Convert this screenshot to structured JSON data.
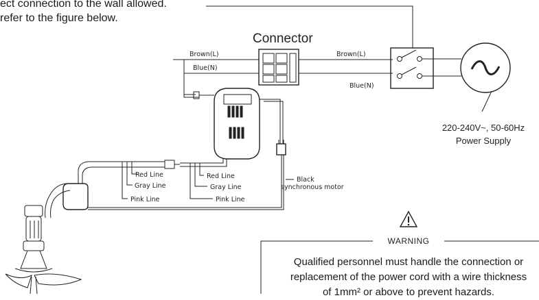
{
  "header": {
    "line1": "ect connection to the wall allowed.",
    "line2": "refer to the figure below."
  },
  "connector": {
    "title": "Connector",
    "wires": {
      "left_top": "Brown(L)",
      "left_bottom": "Blue(N)",
      "right_top": "Brown(L)",
      "right_bottom": "Blue(N)"
    }
  },
  "power_supply": {
    "voltage": "220-240V~, 50-60Hz",
    "label": "Power Supply"
  },
  "wire_groups": {
    "left": [
      "Red Line",
      "Gray Line",
      "Pink Line"
    ],
    "right": [
      "Red Line",
      "Gray Line",
      "Pink Line"
    ]
  },
  "motor": {
    "line1": "Black",
    "line2": "synchronous motor"
  },
  "warning": {
    "title": "WARNING",
    "line1": "Qualified personnel must handle the connection or",
    "line2": "replacement of the power cord with a wire thickness",
    "line3": "of 1mm² or above to prevent hazards."
  },
  "colors": {
    "ink": "#222222",
    "paper": "#ffffff"
  },
  "icons": [
    "warning-triangle-icon",
    "ac-sine-icon",
    "switch-icon"
  ]
}
